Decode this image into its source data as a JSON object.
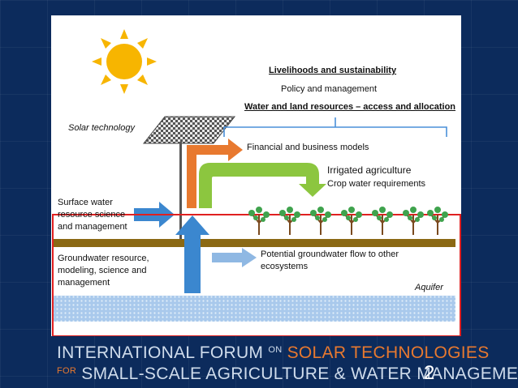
{
  "diagram": {
    "title_livelihoods": "Livelihoods and sustainability",
    "policy": "Policy and management",
    "water_land": "Water and land resources – access and allocation",
    "solar_technology": "Solar technology",
    "financial": "Financial and business models",
    "irrigated": "Irrigated agriculture",
    "crop_water": "Crop water requirements",
    "surface_water": [
      "Surface water",
      "resource science",
      "and management"
    ],
    "groundwater": [
      "Groundwater resource,",
      "modeling, science and",
      "management"
    ],
    "potential_flow": [
      "Potential groundwater flow to other",
      "ecosystems"
    ],
    "aquifer": "Aquifer"
  },
  "footer": {
    "line1_a": "INTERNATIONAL FORUM",
    "line1_on": "ON",
    "line1_b": "SOLAR TECHNOLOGIES",
    "line2_for": "FOR",
    "line2_a": "SMALL-SCALE AGRICULTURE & WATER MANAGEMENT"
  },
  "slide_number": "2",
  "colors": {
    "background": "#0c2b5c",
    "accent_orange": "#e8792f",
    "arrow_blue": "#3b87cf",
    "arrow_green": "#8cc63f",
    "bracket_blue": "#4a90d9",
    "red_box": "#e02020",
    "soil": "#8b6914",
    "aquifer": "#bcd6f0",
    "sun": "#f7b500"
  }
}
